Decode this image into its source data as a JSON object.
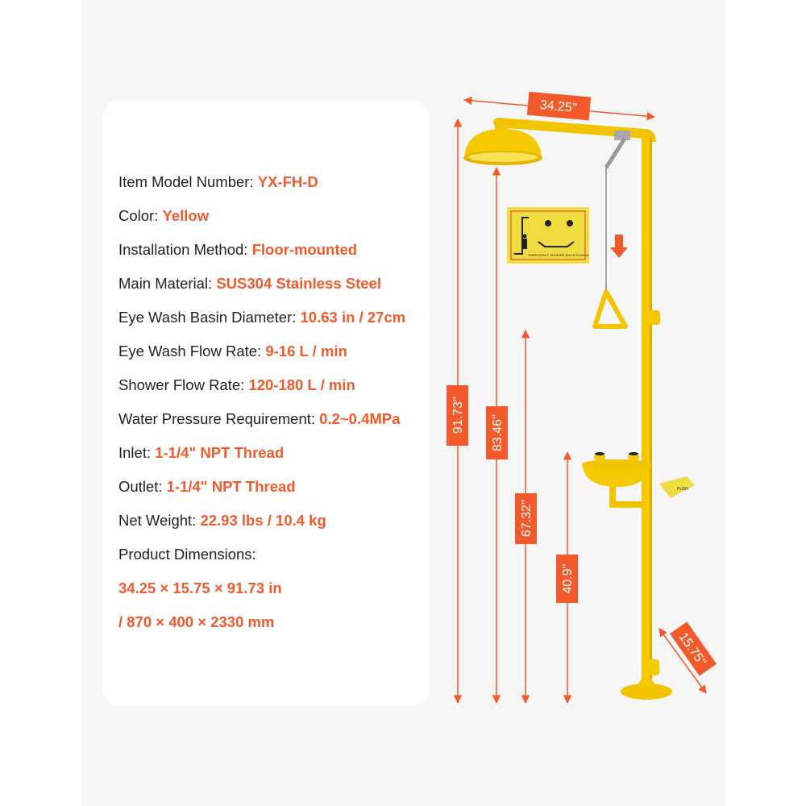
{
  "specs": [
    {
      "label": "Item Model Number: ",
      "value": "YX-FH-D"
    },
    {
      "label": "Color: ",
      "value": "Yellow"
    },
    {
      "label": "Installation Method: ",
      "value": "Floor-mounted"
    },
    {
      "label": "Main Material: ",
      "value": "SUS304 Stainless Steel"
    },
    {
      "label": "Eye Wash Basin Diameter:  ",
      "value": "10.63 in / 27cm"
    },
    {
      "label": "Eye Wash Flow Rate: ",
      "value": "9-16 L / min"
    },
    {
      "label": "Shower Flow Rate: ",
      "value": "120-180 L / min"
    },
    {
      "label": "Water Pressure Requirement: ",
      "value": "0.2~0.4MPa"
    },
    {
      "label": "Inlet: ",
      "value": "1-1/4\" NPT Thread"
    },
    {
      "label": "Outlet: ",
      "value": "1-1/4\" NPT Thread"
    },
    {
      "label": "Net Weight: ",
      "value": "22.93 lbs / 10.4 kg"
    },
    {
      "label": "Product Dimensions:",
      "value": ""
    },
    {
      "label": "",
      "value": "34.25 × 15.75 × 91.73 in"
    },
    {
      "label": "",
      "value": "/ 870 × 400 × 2330 mm"
    }
  ],
  "dimensions": {
    "width": "34.25''",
    "total_height": "91.73''",
    "shower_height": "83.46''",
    "pull_handle_height": "67.32''",
    "basin_height": "40.9''",
    "depth": "15.75''"
  },
  "sign_text": "EMERGENCY SHOWER AND EYEWASH",
  "push_plate_text": "PUSH",
  "colors": {
    "accent": "#f25a2b",
    "product": "#f5c800",
    "background": "#f6f6f6"
  }
}
